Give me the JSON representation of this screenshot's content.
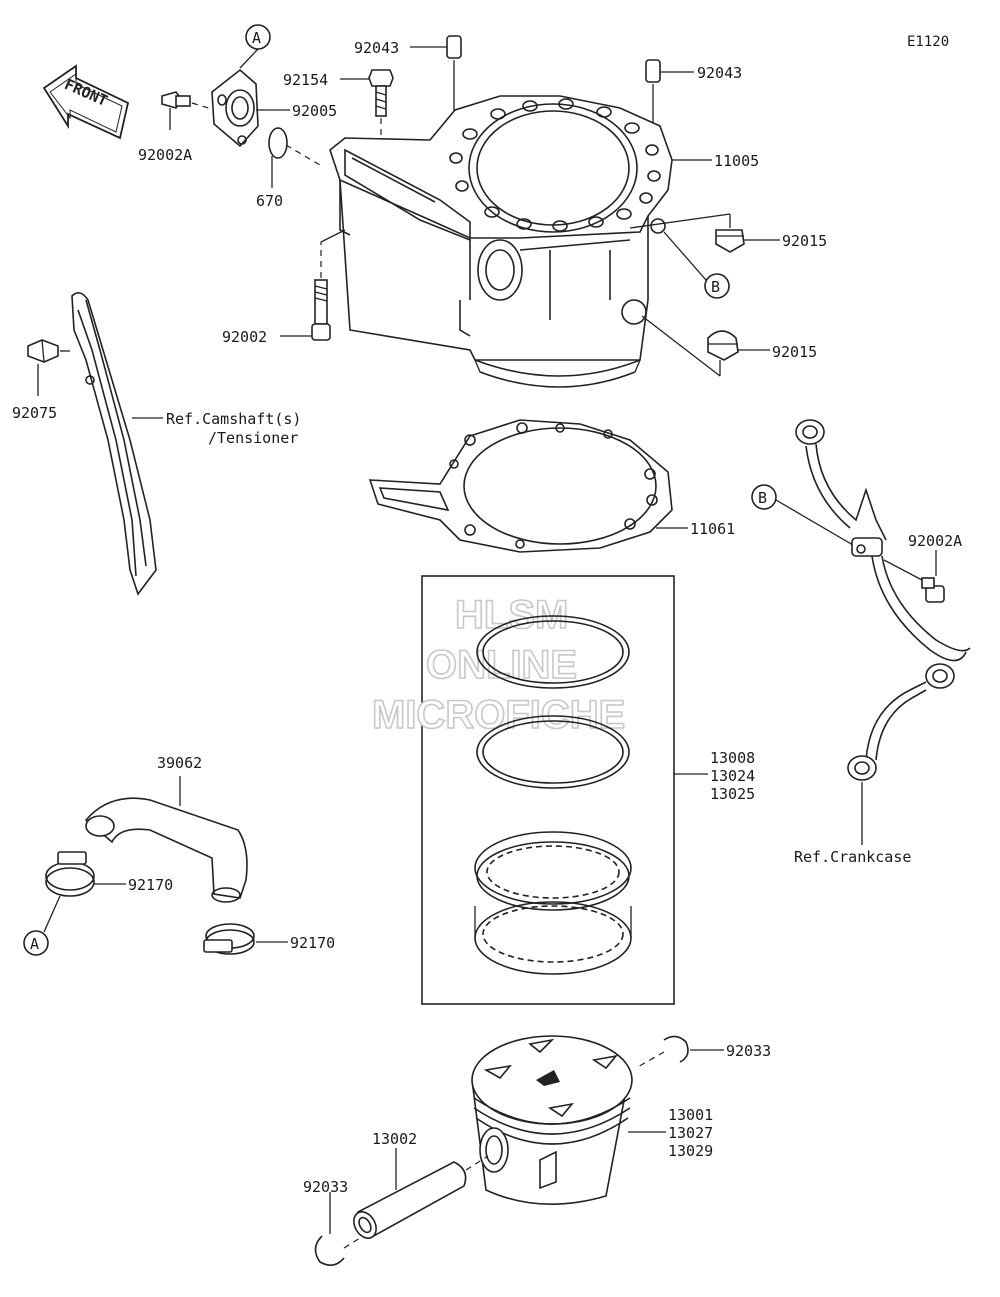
{
  "diagram": {
    "code": "E1120",
    "front_label": "FRONT",
    "callouts": {
      "a": "A",
      "b": "B"
    },
    "refs": {
      "camshaft": "Ref.Camshaft(s)",
      "tensioner": "/Tensioner",
      "crankcase": "Ref.Crankcase"
    },
    "parts": {
      "p92043_a": "92043",
      "p92043_b": "92043",
      "p92154": "92154",
      "p92005": "92005",
      "p92002A_top": "92002A",
      "p670": "670",
      "p11005": "11005",
      "p92015_a": "92015",
      "p92015_b": "92015",
      "p92002": "92002",
      "p92075": "92075",
      "p11061": "11061",
      "p92002A_right": "92002A",
      "rings_1": "13008",
      "rings_2": "13024",
      "rings_3": "13025",
      "p39062": "39062",
      "p92170_a": "92170",
      "p92170_b": "92170",
      "p92033_a": "92033",
      "p92033_b": "92033",
      "piston_1": "13001",
      "piston_2": "13027",
      "piston_3": "13029",
      "p13002": "13002"
    },
    "watermark": [
      "HLSM",
      "ONLINE",
      "MICROFICHE"
    ]
  }
}
